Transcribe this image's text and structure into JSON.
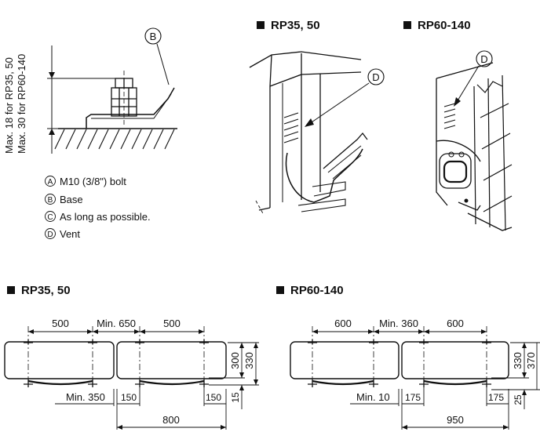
{
  "section_headers": {
    "rp35_50_top": "RP35, 50",
    "rp60_140_top": "RP60-140",
    "rp35_50_bottom": "RP35, 50",
    "rp60_140_bottom": "RP60-140"
  },
  "bolt_detail": {
    "max_label_1": "Max. 18 for RP35, 50",
    "max_label_2": "Max. 30 for RP60-140",
    "callout_b": "B"
  },
  "callouts": {
    "vent_rp35_50": "D",
    "vent_rp60_140": "D"
  },
  "legend": [
    {
      "mark": "A",
      "text": "M10 (3/8\") bolt"
    },
    {
      "mark": "B",
      "text": "Base"
    },
    {
      "mark": "C",
      "text": "As long as possible."
    },
    {
      "mark": "D",
      "text": "Vent"
    }
  ],
  "layout_rp35_50": {
    "spacing_left": "500",
    "min_gap": "Min. 650",
    "spacing_right": "500",
    "depth_inner": "300",
    "depth_outer": "330",
    "offset_bottom": "15",
    "min_side": "Min. 350",
    "edge_left": "150",
    "edge_right": "150",
    "width_total": "800"
  },
  "layout_rp60_140": {
    "spacing_left": "600",
    "min_gap": "Min. 360",
    "spacing_right": "600",
    "depth_inner": "330",
    "depth_outer": "370",
    "offset_bottom": "25",
    "min_side": "Min. 10",
    "edge_left": "175",
    "edge_right": "175",
    "width_total": "950"
  }
}
